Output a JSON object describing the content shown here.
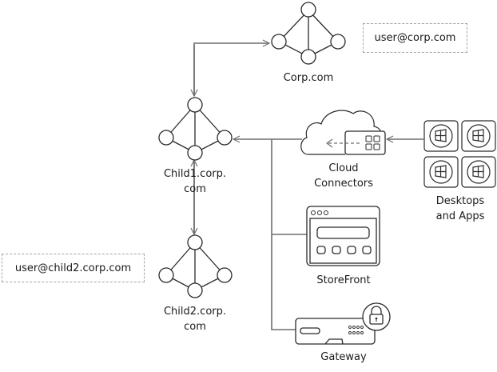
{
  "domains": {
    "corp": {
      "label_line1": "Corp.com",
      "label_line2": ""
    },
    "child1": {
      "label_line1": "Child1.corp.",
      "label_line2": "com"
    },
    "child2": {
      "label_line1": "Child2.corp.",
      "label_line2": "com"
    }
  },
  "users": {
    "corp_user": "user@corp.com",
    "child2_user": "user@child2.corp.com"
  },
  "components": {
    "cloud_connectors": {
      "line1": "Cloud",
      "line2": "Connectors"
    },
    "desktops_apps": {
      "line1": "Desktops",
      "line2": "and Apps"
    },
    "storefront": {
      "label": "StoreFront"
    },
    "gateway": {
      "label": "Gateway"
    }
  },
  "colors": {
    "connector_line": "#6e6e6e",
    "node_stroke": "#2b2b2b",
    "dashed_border": "#a6a6a6",
    "text": "#1a1a1a"
  }
}
